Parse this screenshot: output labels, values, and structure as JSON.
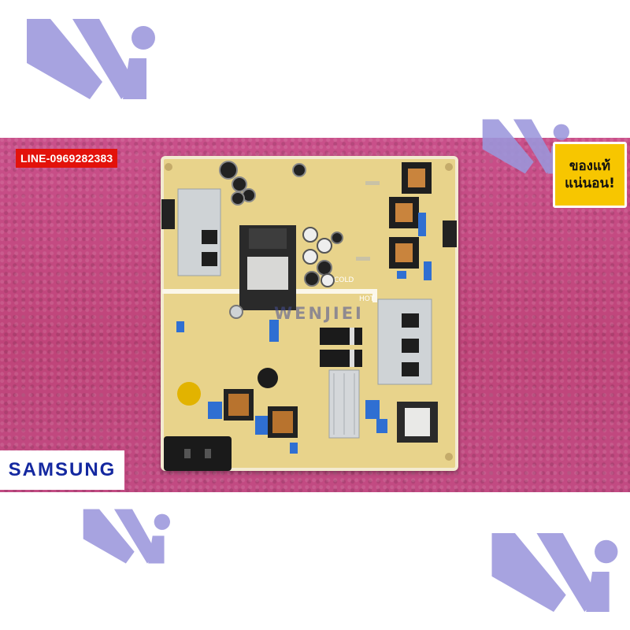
{
  "contact_label": {
    "text": "LINE-0969282383",
    "background": "#e3120b",
    "text_color": "#ffffff"
  },
  "badge": {
    "line1": "ของแท้",
    "line2": "แน่นอน!",
    "background": "#f7c600",
    "border": "#ffffff"
  },
  "brand": {
    "text": "SAMSUNG",
    "color": "#1428a0"
  },
  "watermark": {
    "text": "WENJIEI",
    "logo_color": "#9b97dc",
    "logo_icon": "wi-logo-icon"
  },
  "board": {
    "cold_label": "COLD",
    "hot_label": "HOT",
    "pcb_color": "#e8d38b"
  },
  "background": {
    "foam_color": "#c4487f",
    "page_color": "#ffffff"
  }
}
